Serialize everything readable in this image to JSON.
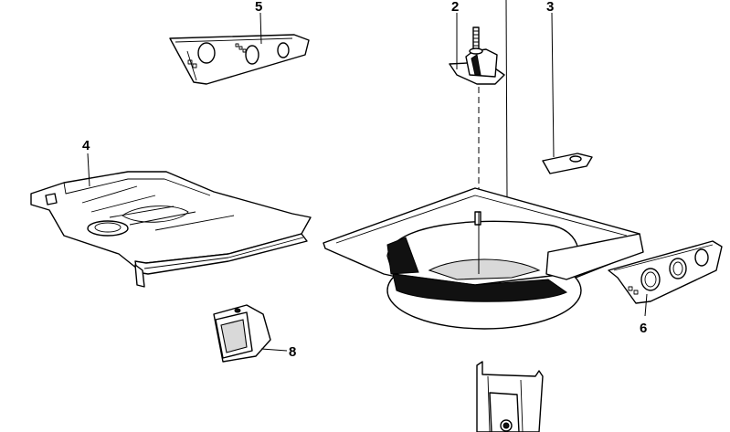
{
  "callouts": {
    "c2": "2",
    "c3": "3",
    "c4": "4",
    "c5": "5",
    "c6": "6",
    "c8": "8"
  }
}
